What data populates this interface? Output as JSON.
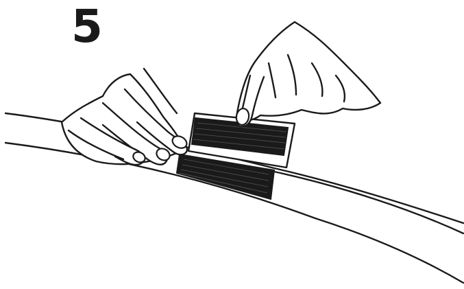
{
  "step": {
    "number": "5"
  },
  "illustration": {
    "subject": "hands-pressing-velcro-strips-onto-curved-rail",
    "strips": [
      {
        "name": "upper-velcro-strip",
        "color": "#1a1a1a",
        "backing": "white-liner"
      },
      {
        "name": "lower-velcro-strip",
        "color": "#1a1a1a"
      }
    ],
    "colors": {
      "ink": "#1a1a1a",
      "background": "#ffffff"
    }
  }
}
